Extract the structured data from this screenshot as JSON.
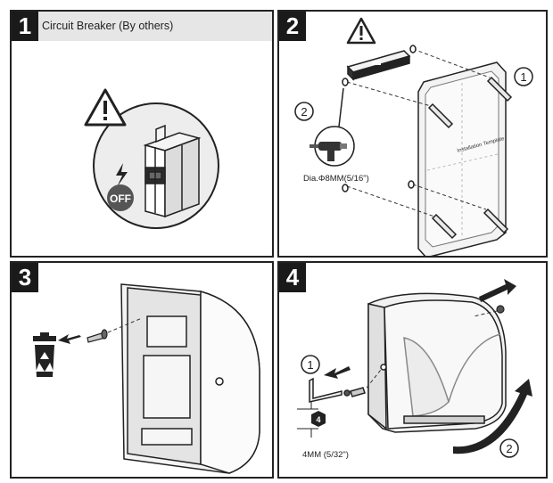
{
  "step1": {
    "number": "1",
    "title": "Circuit Breaker (By others)",
    "off_label": "OFF"
  },
  "step2": {
    "number": "2",
    "callout_1": "1",
    "callout_2": "2",
    "drill_spec": "Dia.Φ8MM(5/16\")",
    "template_label": "Installation Template"
  },
  "step3": {
    "number": "3"
  },
  "step4": {
    "number": "4",
    "callout_1": "1",
    "callout_2": "2",
    "hex_size": "4",
    "key_spec": "4MM (5/32\")"
  },
  "colors": {
    "frame": "#222222",
    "title_bar": "#e6e6e6",
    "number_box": "#1a1a1a",
    "circle_fill": "#ededed"
  }
}
